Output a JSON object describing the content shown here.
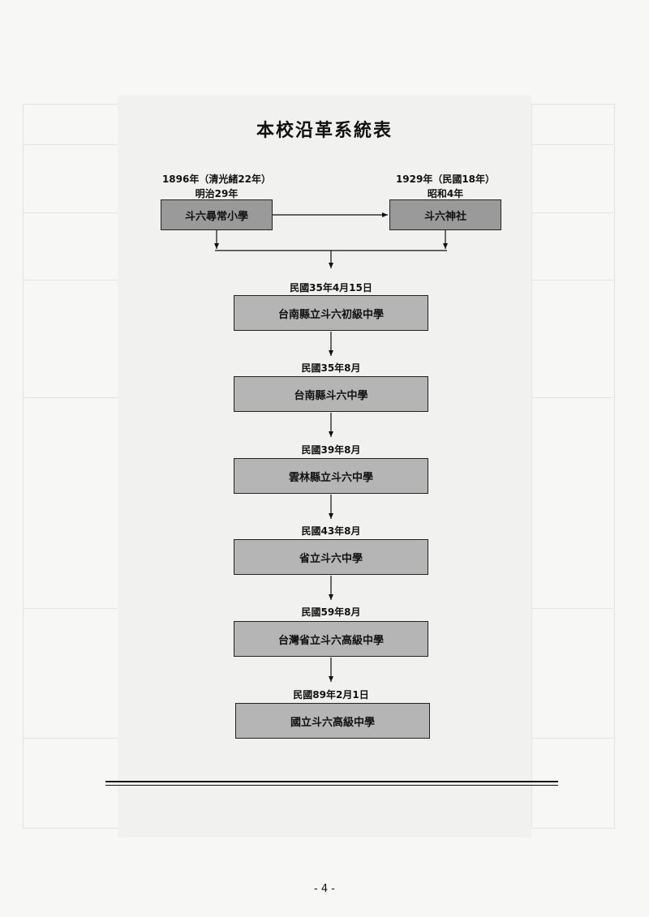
{
  "title": "本校沿革系統表",
  "origins": [
    {
      "date_line1": "1896年（清光緒22年）",
      "date_line2": "明治29年",
      "name": "斗六尋常小學"
    },
    {
      "date_line1": "1929年（民國18年）",
      "date_line2": "昭和4年",
      "name": "斗六神社"
    }
  ],
  "stages": [
    {
      "date": "民國35年4月15日",
      "name": "台南縣立斗六初級中學"
    },
    {
      "date": "民國35年8月",
      "name": "台南縣斗六中學"
    },
    {
      "date": "民國39年8月",
      "name": "雲林縣立斗六中學"
    },
    {
      "date": "民國43年8月",
      "name": "省立斗六中學"
    },
    {
      "date": "民國59年8月",
      "name": "台灣省立斗六高級中學"
    },
    {
      "date": "民國89年2月1日",
      "name": "國立斗六高級中學"
    }
  ],
  "page_number": "- 4 -"
}
